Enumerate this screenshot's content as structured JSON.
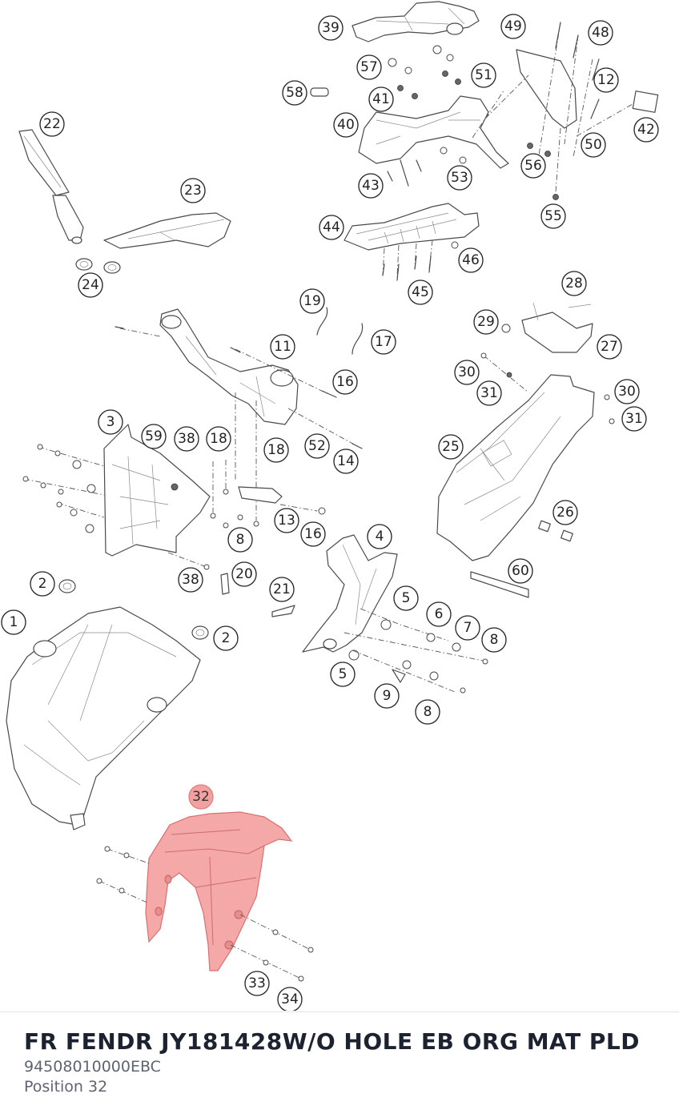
{
  "diagram": {
    "callouts": [
      "39",
      "49",
      "48",
      "57",
      "51",
      "58",
      "41",
      "12",
      "22",
      "40",
      "42",
      "50",
      "56",
      "43",
      "53",
      "23",
      "55",
      "44",
      "46",
      "24",
      "45",
      "28",
      "19",
      "29",
      "17",
      "27",
      "11",
      "16",
      "30",
      "31",
      "30",
      "31",
      "3",
      "59",
      "38",
      "18",
      "52",
      "18",
      "14",
      "25",
      "26",
      "8",
      "13",
      "16",
      "4",
      "60",
      "38",
      "20",
      "2",
      "21",
      "5",
      "6",
      "7",
      "1",
      "2",
      "8",
      "5",
      "9",
      "8",
      "32",
      "33",
      "34"
    ],
    "highlighted_callout": "32",
    "highlight_color": "#f4a8a8"
  },
  "part": {
    "title": "FR FENDR JY181428W/O HOLE EB ORG MAT PLD",
    "number": "94508010000EBC",
    "position": "Position 32"
  }
}
